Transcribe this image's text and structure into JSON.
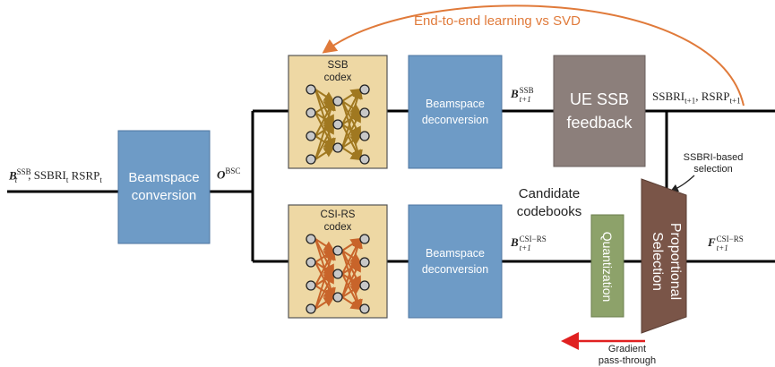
{
  "top_arrow": {
    "label": "End-to-end learning vs SVD",
    "color": "#E07A3A"
  },
  "input": {
    "sym": "B",
    "sup": "SSB",
    "sub": "t",
    "rest": ", SSBRI",
    "rest_sub": "t",
    "rsrp": " RSRP",
    "rsrp_sub": "t"
  },
  "boxes": {
    "beamspace_conversion": "Beamspace conversion",
    "beamspace_deconv_top": "Beamspace deconversion",
    "beamspace_deconv_bottom": "Beamspace deconversion",
    "ue_feedback": "UE SSB feedback",
    "quantization": "Quantization",
    "proportional_selection": "Proportional Selection"
  },
  "codex": {
    "ssb_title_1": "SSB",
    "ssb_title_2": "codex",
    "csi_title_1": "CSI-RS",
    "csi_title_2": "codex",
    "ssb_edge_color": "#A07820",
    "csi_edge_color": "#C8642A"
  },
  "labels": {
    "obsc_sym": "O",
    "obsc_sup": "BSC",
    "b_ssb_sym": "B",
    "b_ssb_sup": "SSB",
    "b_ssb_sub": "t+1",
    "ssbri_rsrp": "SSBRI",
    "ssbri_sub": "t+1",
    "rsrp_text": ", RSRP",
    "rsrp_sub": "t+1",
    "b_csi_sym": "B",
    "b_csi_sup": "CSI−RS",
    "b_csi_sub": "t+1",
    "f_csi_sym": "F",
    "f_csi_sup": "CSI−RS",
    "f_csi_sub": "t+1",
    "candidate_1": "Candidate",
    "candidate_2": "codebooks",
    "ssbri_sel_1": "SSBRI-based",
    "ssbri_sel_2": "selection",
    "gradient_1": "Gradient",
    "gradient_2": "pass-through"
  },
  "colors": {
    "blue_box": "#6E9BC6",
    "gray_box": "#8C7F7B",
    "green_box": "#8DA26A",
    "brown_box": "#7A5548",
    "codex_bg": "#EED8A4",
    "gradient_arrow": "#E02020"
  }
}
